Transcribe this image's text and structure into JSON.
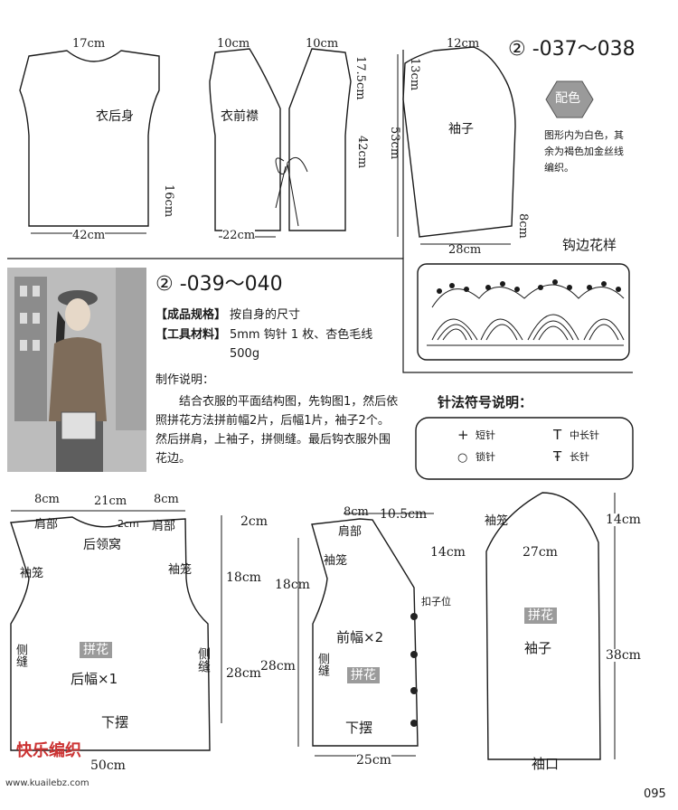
{
  "top_section": {
    "back": {
      "label": "衣后身",
      "w_top": "17cm",
      "w_bottom": "42cm",
      "h_side": "16cm"
    },
    "front": {
      "label": "衣前襟",
      "w_left": "10cm",
      "w_right": "10cm",
      "h_neck": "17.5cm",
      "h_body": "42cm",
      "w_bottom": "22cm"
    },
    "sleeve": {
      "label": "袖子",
      "w_top": "12cm",
      "h_cap": "13cm",
      "h_total": "53cm",
      "h_cuff": "8cm",
      "w_bottom": "28cm"
    },
    "pattern_no": "② -037～038",
    "color_badge": "配色",
    "color_note": [
      "图形内为白色，其",
      "余为褐色加金丝线",
      "编织。"
    ],
    "edge_title": "钩边花样"
  },
  "middle_section": {
    "pattern_no": "② -039～040",
    "spec_label": "【成品规格】",
    "spec_value": "按自身的尺寸",
    "tools_label": "【工具材料】",
    "tools_value": "5mm 钩针 1 枚、杏色毛线 500g",
    "instructions_title": "制作说明：",
    "instructions": "结合衣服的平面结构图，先钩图1，然后依照拼花方法拼前幅2片，后幅1片，袖子2个。然后拼肩，上袖子，拼侧缝。最后钩衣服外围花边。",
    "legend_title": "针法符号说明：",
    "legend": [
      {
        "symbol": "+",
        "label": "短针"
      },
      {
        "symbol": "T",
        "label": "中长针"
      },
      {
        "symbol": "○",
        "label": "锁针"
      },
      {
        "symbol": "Ŧ",
        "label": "长针"
      }
    ]
  },
  "bottom_section": {
    "back": {
      "w_left": "8cm",
      "w_mid": "21cm",
      "w_right": "8cm",
      "shoulder_left": "肩部",
      "shoulder_right": "肩部",
      "neck_depth": "2cm",
      "neck_label": "后领窝",
      "armhole_left": "袖笼",
      "armhole_right": "袖笼",
      "side_left": "侧缝",
      "side_right": "侧缝",
      "tag": "拼花",
      "name": "后幅×1",
      "hem": "下摆",
      "h_neck": "2cm",
      "h_arm": "18cm",
      "h_body": "28cm",
      "w_bottom": "50cm"
    },
    "front": {
      "w_shoulder": "8cm",
      "w_neck": "10.5cm",
      "h_neck": "14cm",
      "shoulder": "肩部",
      "armhole": "袖笼",
      "button": "扣子位",
      "name": "前幅×2",
      "side": "侧缝",
      "tag": "拼花",
      "hem": "下摆",
      "h_arm": "18cm",
      "h_body": "28cm",
      "w_bottom": "25cm"
    },
    "sleeve": {
      "armhole": "袖笼",
      "h_cap": "14cm",
      "w_mid": "27cm",
      "tag": "拼花",
      "name": "袖子",
      "h_body": "38cm",
      "cuff": "袖口"
    }
  },
  "logo_text": "快乐编织",
  "logo_url": "www.kuailebz.com",
  "page_number": "095"
}
